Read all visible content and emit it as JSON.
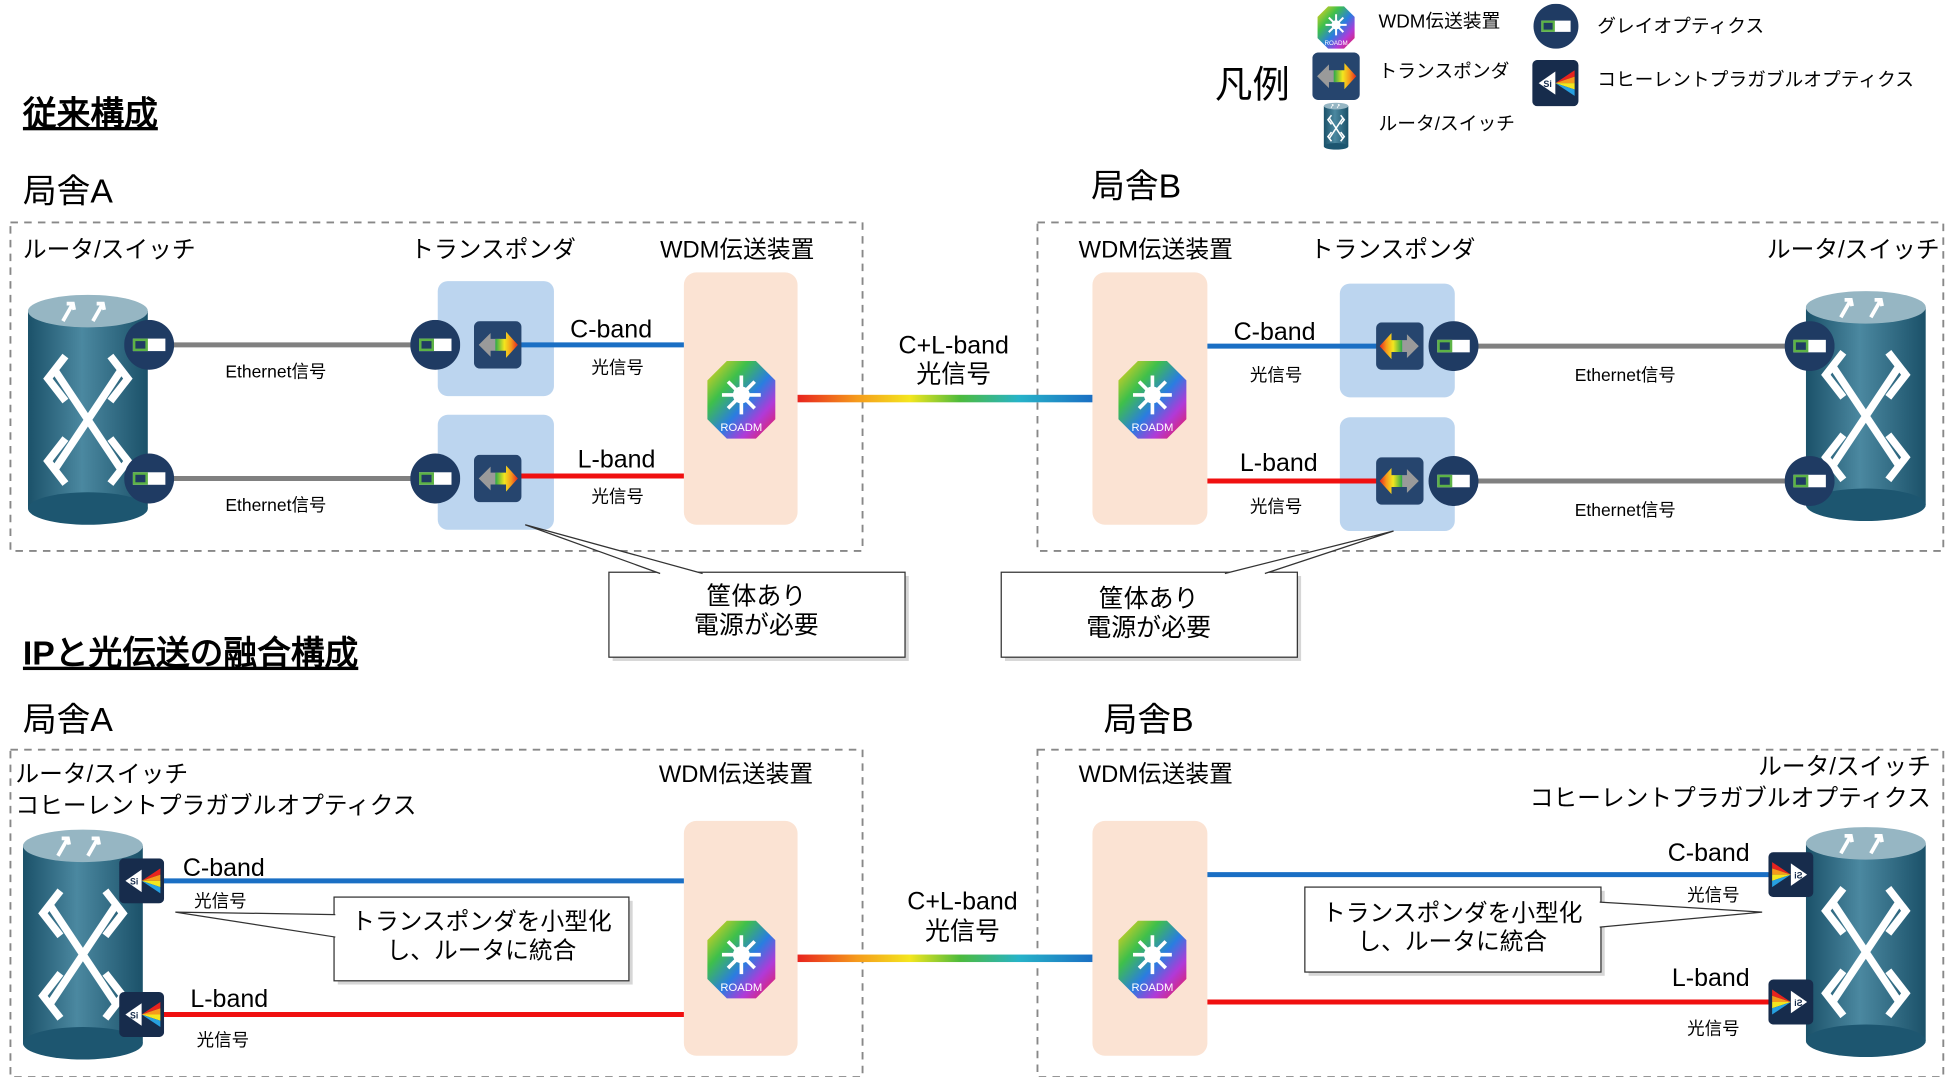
{
  "legend": {
    "title": "凡例",
    "items": [
      {
        "icon": "roadm-icon",
        "label": "WDM伝送装置"
      },
      {
        "icon": "transponder-icon",
        "label": "トランスポンダ"
      },
      {
        "icon": "router-icon",
        "label": "ルータ/スイッチ"
      },
      {
        "icon": "gray-optics-icon",
        "label": "グレイオプティクス"
      },
      {
        "icon": "coherent-pluggable-icon",
        "label": "コヒーレントプラガブルオプティクス"
      }
    ]
  },
  "icon_lettering": {
    "roadm": "ROADM",
    "coherent": "Si"
  },
  "colors": {
    "c_band": "#1a6fc4",
    "l_band": "#f01010",
    "ethernet": "#808080",
    "transponder_bg": "#bcd5ef",
    "wdm_bg": "#fbe3d3"
  },
  "conventional": {
    "title": "従来構成",
    "site_a": {
      "name": "局舎A",
      "router_label": "ルータ/スイッチ",
      "transponder_label": "トランスポンダ",
      "wdm_label": "WDM伝送装置",
      "ethernet_top": "Ethernet信号",
      "ethernet_bottom": "Ethernet信号",
      "c_band": "C-band",
      "c_signal": "光信号",
      "l_band": "L-band",
      "l_signal": "光信号"
    },
    "link": {
      "band": "C+L-band",
      "signal": "光信号"
    },
    "site_b": {
      "name": "局舎B",
      "router_label": "ルータ/スイッチ",
      "transponder_label": "トランスポンダ",
      "wdm_label": "WDM伝送装置",
      "ethernet_top": "Ethernet信号",
      "ethernet_bottom": "Ethernet信号",
      "c_band": "C-band",
      "c_signal": "光信号",
      "l_band": "L-band",
      "l_signal": "光信号"
    },
    "callout_a": {
      "line1": "筐体あり",
      "line2": "電源が必要"
    },
    "callout_b": {
      "line1": "筐体あり",
      "line2": "電源が必要"
    }
  },
  "converged": {
    "title": "IPと光伝送の融合構成",
    "site_a": {
      "name": "局舎A",
      "router_label": "ルータ/スイッチ",
      "optics_label": "コヒーレントプラガブルオプティクス",
      "wdm_label": "WDM伝送装置",
      "c_band": "C-band",
      "c_signal": "光信号",
      "l_band": "L-band",
      "l_signal": "光信号"
    },
    "link": {
      "band": "C+L-band",
      "signal": "光信号"
    },
    "site_b": {
      "name": "局舎B",
      "router_label": "ルータ/スイッチ",
      "optics_label": "コヒーレントプラガブルオプティクス",
      "wdm_label": "WDM伝送装置",
      "c_band": "C-band",
      "c_signal": "光信号",
      "l_band": "L-band",
      "l_signal": "光信号"
    },
    "callout_a": {
      "line1": "トランスポンダを小型化",
      "line2": "し、ルータに統合"
    },
    "callout_b": {
      "line1": "トランスポンダを小型化",
      "line2": "し、ルータに統合"
    }
  }
}
